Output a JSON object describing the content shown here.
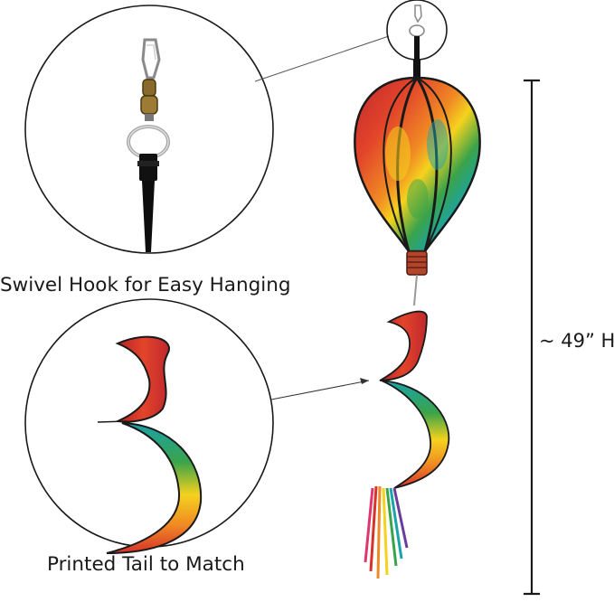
{
  "captions": {
    "hook": "Swivel Hook for Easy Hanging",
    "tail": "Printed Tail to Match",
    "height": "~ 49” H"
  },
  "colors": {
    "outline": "#1a1a1a",
    "red": "#d8322a",
    "orange": "#f08a24",
    "yellow": "#f5d21e",
    "green": "#3aa34a",
    "teal": "#1aa3a8",
    "blue": "#2c5fb8",
    "purple": "#6a3c9c",
    "pink": "#e0356e"
  },
  "icons": {
    "hook": "swivel-hook-icon",
    "balloon": "hot-air-balloon-icon",
    "tail": "spiral-tail-icon",
    "dimension": "height-dimension-icon"
  }
}
